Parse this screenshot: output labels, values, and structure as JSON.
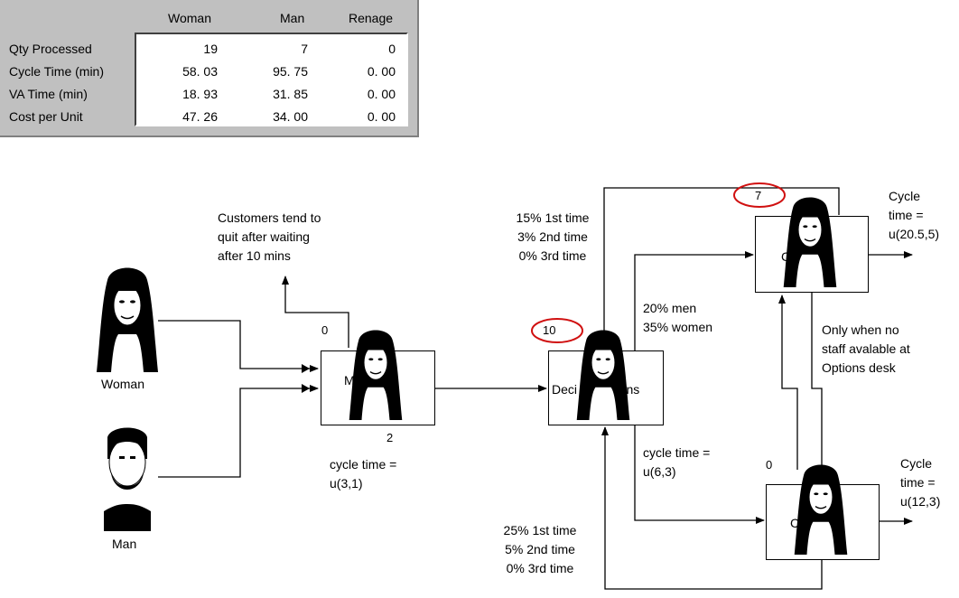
{
  "stats": {
    "columns": [
      "Woman",
      "Man",
      "Renage"
    ],
    "rows": [
      {
        "label": "Qty Processed",
        "values": [
          "19",
          "7",
          "0"
        ]
      },
      {
        "label": "Cycle Time (min)",
        "values": [
          "58. 03",
          "95. 75",
          "0. 00"
        ]
      },
      {
        "label": "VA Time (min)",
        "values": [
          "18. 93",
          "31. 85",
          "0. 00"
        ]
      },
      {
        "label": "Cost per Unit",
        "values": [
          "47. 26",
          "34. 00",
          "0. 00"
        ]
      }
    ]
  },
  "diagram": {
    "sources": {
      "woman": "Woman",
      "man": "Man"
    },
    "boxes": {
      "meet_greet": {
        "label": "M          d",
        "count_top": "0",
        "count_bottom": "2"
      },
      "decisions": {
        "label": "Deci            ons",
        "count": "10"
      },
      "checkout_top": {
        "label": "C",
        "count": "7"
      },
      "checkout_bottom": {
        "label": "C",
        "count": "0"
      }
    },
    "notes": {
      "renege": "Customers tend to\nquit after waiting\nafter 10 mins",
      "cycle_mg": "cycle time =\nu(3,1)",
      "cycle_dec": "cycle time =\nu(6,3)",
      "loop_top": "15% 1st time\n3% 2nd time\n0% 3rd time",
      "split": "20% men\n35% women",
      "loop_bottom": "25% 1st time\n5% 2nd time\n0% 3rd time",
      "only_when": "Only when no\nstaff avalable at\nOptions desk",
      "cycle_top_right": "Cycle\ntime =\nu(20.5,5)",
      "cycle_bottom_right": "Cycle\ntime =\nu(12,3)"
    },
    "colors": {
      "line": "#000000",
      "highlight": "#d01010",
      "panel": "#c0c0c0"
    }
  }
}
